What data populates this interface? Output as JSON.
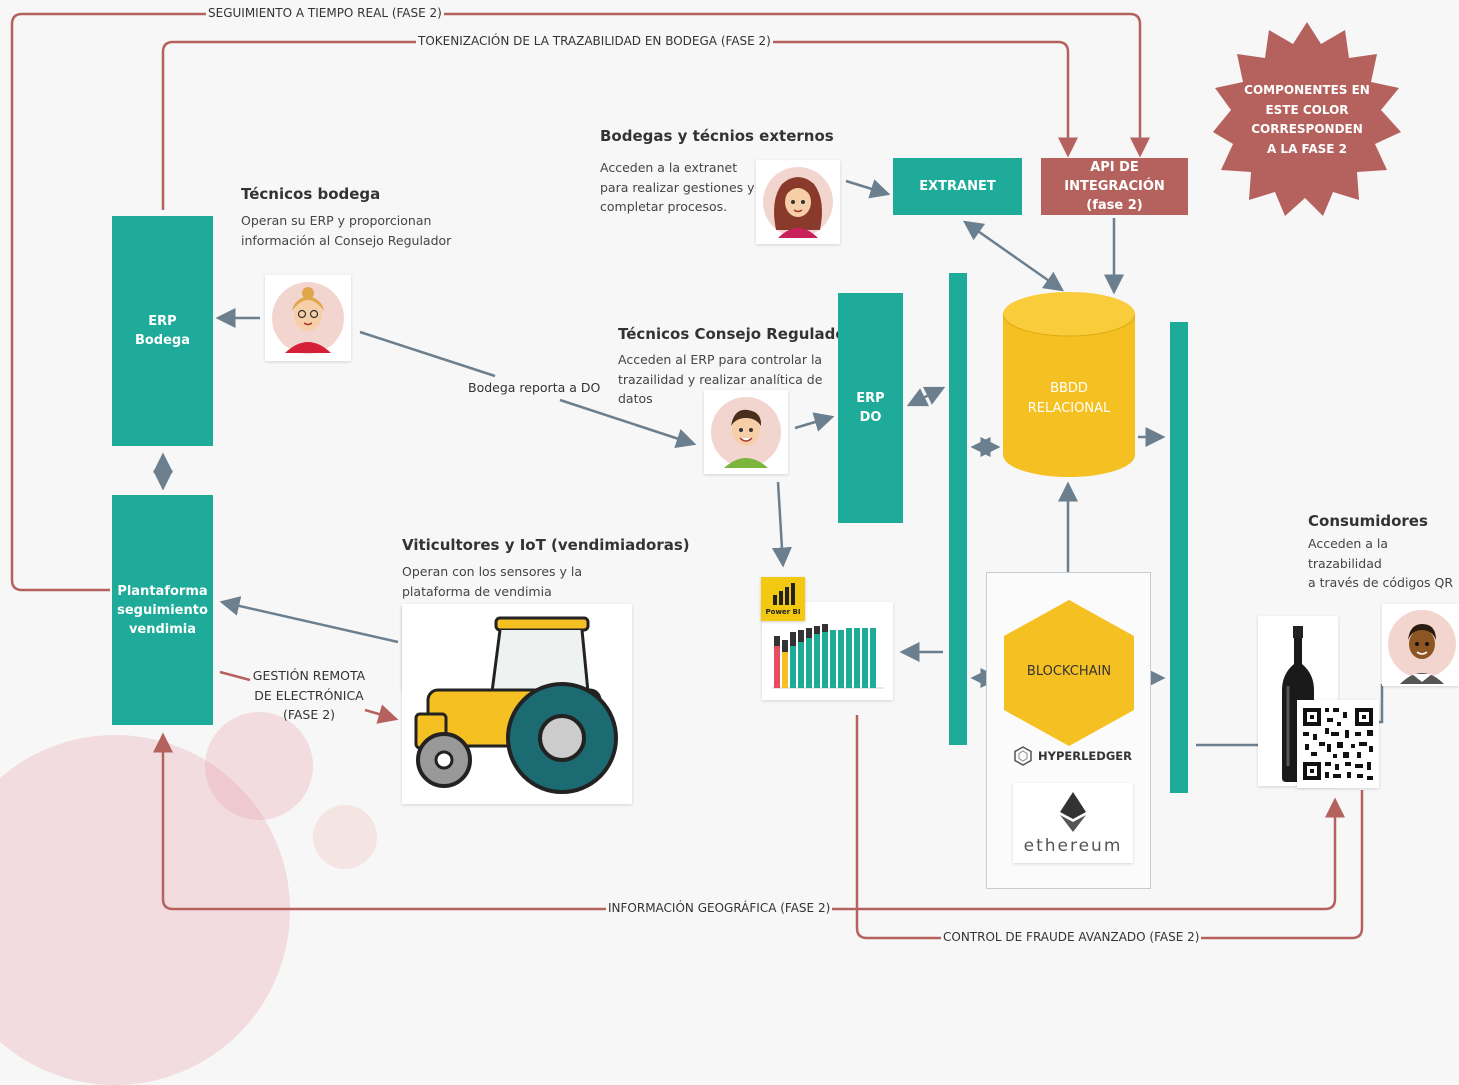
{
  "phase2_lines": {
    "realtime": "SEGUIMIENTO A TIEMPO REAL (FASE 2)",
    "tokenization": "TOKENIZACIÓN DE LA TRAZABILIDAD EN BODEGA (FASE 2)",
    "geo": "INFORMACIÓN GEOGRÁFICA (FASE 2)",
    "fraud": "CONTROL DE FRAUDE AVANZADO (FASE 2)",
    "remote": "GESTIÓN REMOTA\nDE ELECTRÓNICA\n(FASE 2)"
  },
  "badge": "COMPONENTES EN\nESTE COLOR\nCORRESPONDEN\nA LA FASE 2",
  "actors": {
    "bodega": {
      "title": "Técnicos bodega",
      "desc": "Operan su ERP y proporcionan\ninformación al Consejo Regulador"
    },
    "externos": {
      "title": "Bodegas y técnios externos",
      "desc": "Acceden a la extranet\npara realizar gestiones y\ncompletar procesos."
    },
    "consejo": {
      "title": "Técnicos Consejo Regulador",
      "desc": "Acceden al ERP para controlar la\ntrazailidad y realizar analítica de\ndatos"
    },
    "viticultores": {
      "title": "Viticultores y IoT (vendimiadoras)",
      "desc": "Operan con los sensores y la\nplataforma de vendimia"
    },
    "consumidores": {
      "title": "Consumidores",
      "desc": "Acceden a la trazabilidad\na través de códigos QR"
    }
  },
  "nodes": {
    "erp_bodega": "ERP\nBodega",
    "plataforma": "Plantaforma\nseguimiento\nvendimia",
    "extranet": "EXTRANET",
    "api": "API DE INTEGRACIÓN\n(fase 2)",
    "erp_do": "ERP\nDO",
    "bbdd": "BBDD\nRELACIONAL",
    "blockchain": "BLOCKCHAIN",
    "hyperledger": "HYPERLEDGER",
    "ethereum": "ethereum",
    "powerbi": "Power BI"
  },
  "edge_labels": {
    "bodega_reporta": "Bodega reporta a DO"
  },
  "colors": {
    "teal": "#1eab99",
    "phase2": "#b5625f",
    "db": "#f5c022",
    "arrow": "#6b7f8e"
  }
}
